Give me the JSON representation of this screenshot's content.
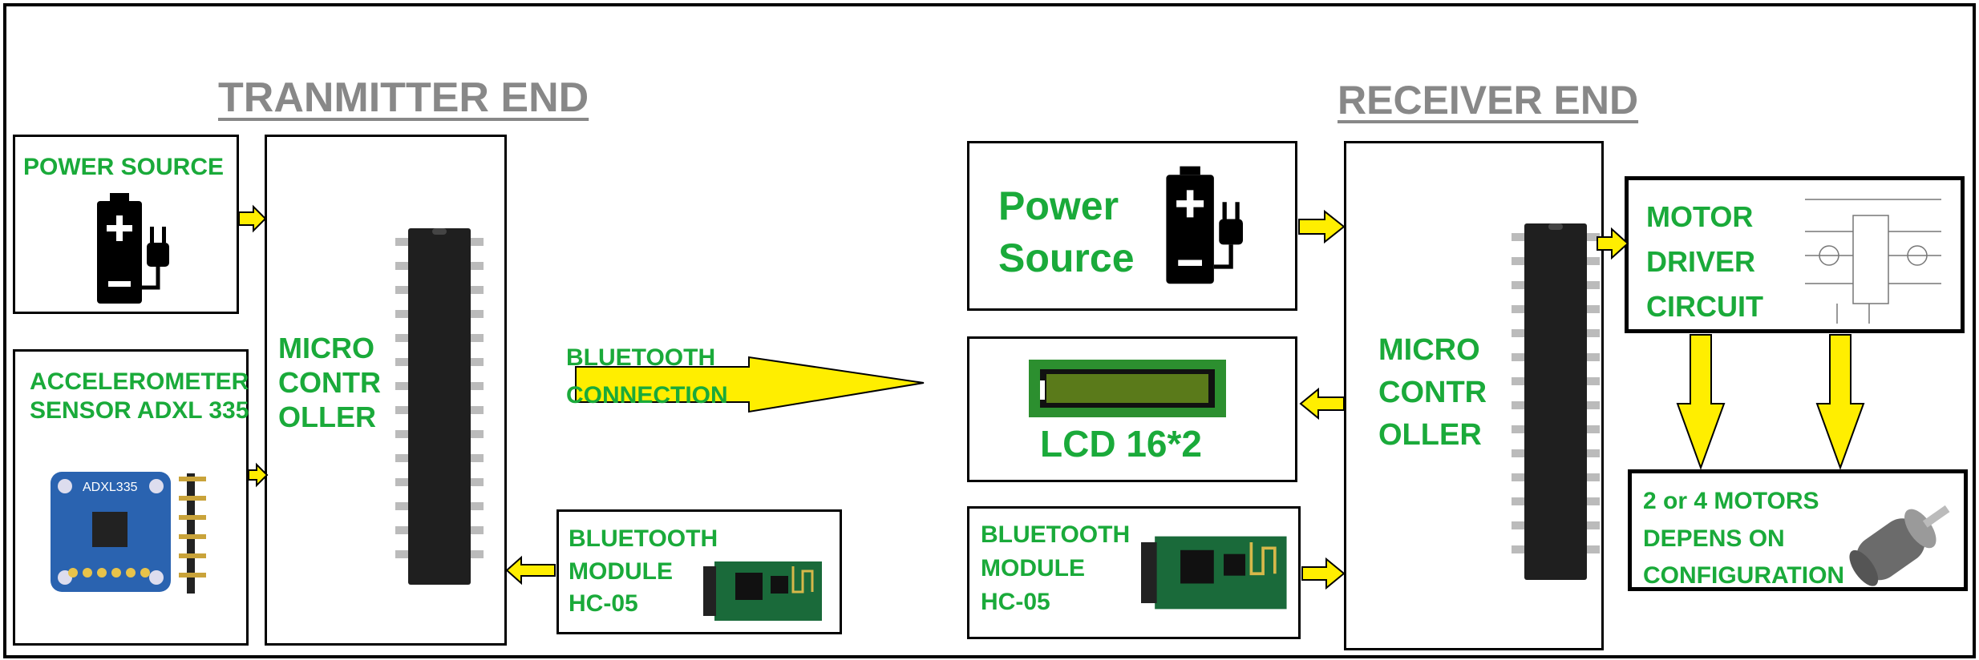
{
  "transmitter": {
    "heading": "TRANMITTER END",
    "power_label": "POWER SOURCE",
    "sensor_label": "ACCELEROMETER\nSENSOR ADXL 335",
    "sensor_chip_text": "ADXL335",
    "mcu_label": "MICRO\nCONTR\nOLLER",
    "bt_label": "BLUETOOTH\nMODULE\nHC-05"
  },
  "link": {
    "label": "BLUETOOTH\nCONNECTION"
  },
  "receiver": {
    "heading": "RECEIVER END",
    "power_label": "Power\nSource",
    "lcd_label": "LCD 16*2",
    "bt_label": "BLUETOOTH\nMODULE\nHC-05",
    "mcu_label": "MICRO\nCONTR\nOLLER",
    "driver_label": "MOTOR\nDRIVER\nCIRCUIT",
    "motors_label": "2 or 4 MOTORS\nDEPENS ON\nCONFIGURATION"
  },
  "colors": {
    "label": "#1aaa3a",
    "arrow": "#ffee00",
    "heading": "#888888"
  },
  "icons": [
    "battery-plug-icon",
    "microcontroller-chip-icon",
    "bluetooth-module-icon",
    "accelerometer-board-icon",
    "lcd-display-icon",
    "motor-driver-schematic-icon",
    "dc-motor-icon"
  ]
}
